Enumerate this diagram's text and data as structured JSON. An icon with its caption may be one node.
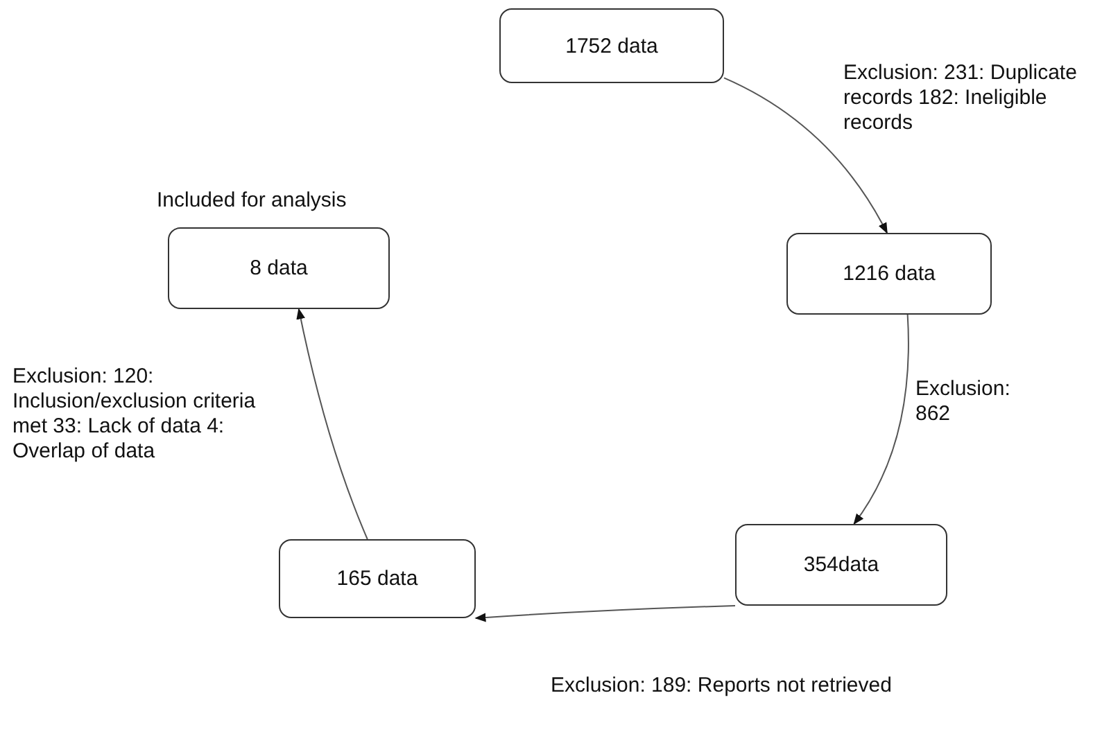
{
  "diagram": {
    "nodes": [
      {
        "text": [
          "1752 data"
        ]
      },
      {
        "text": [
          "1216 data"
        ]
      },
      {
        "text": [
          "354data"
        ]
      },
      {
        "text": [
          "165 data"
        ]
      },
      {
        "text": [
          "8 data"
        ],
        "beside": [
          "Included for analysis"
        ]
      }
    ],
    "edges": [
      {
        "from": 0,
        "to": 1,
        "arrow": "to",
        "label": "Exclusion: 231: Duplicate records 182: Ineligible records"
      },
      {
        "from": 1,
        "to": 2,
        "arrow": "to",
        "label": "Exclusion: 862"
      },
      {
        "from": 2,
        "to": 3,
        "arrow": "to",
        "label": "Exclusion: 189: Reports not retrieved"
      },
      {
        "from": 3,
        "to": 4,
        "arrow": "to",
        "label": "Exclusion: 120:  Inclusion/exclusion criteria met 33: Lack of data 4: Overlap of data"
      }
    ]
  }
}
